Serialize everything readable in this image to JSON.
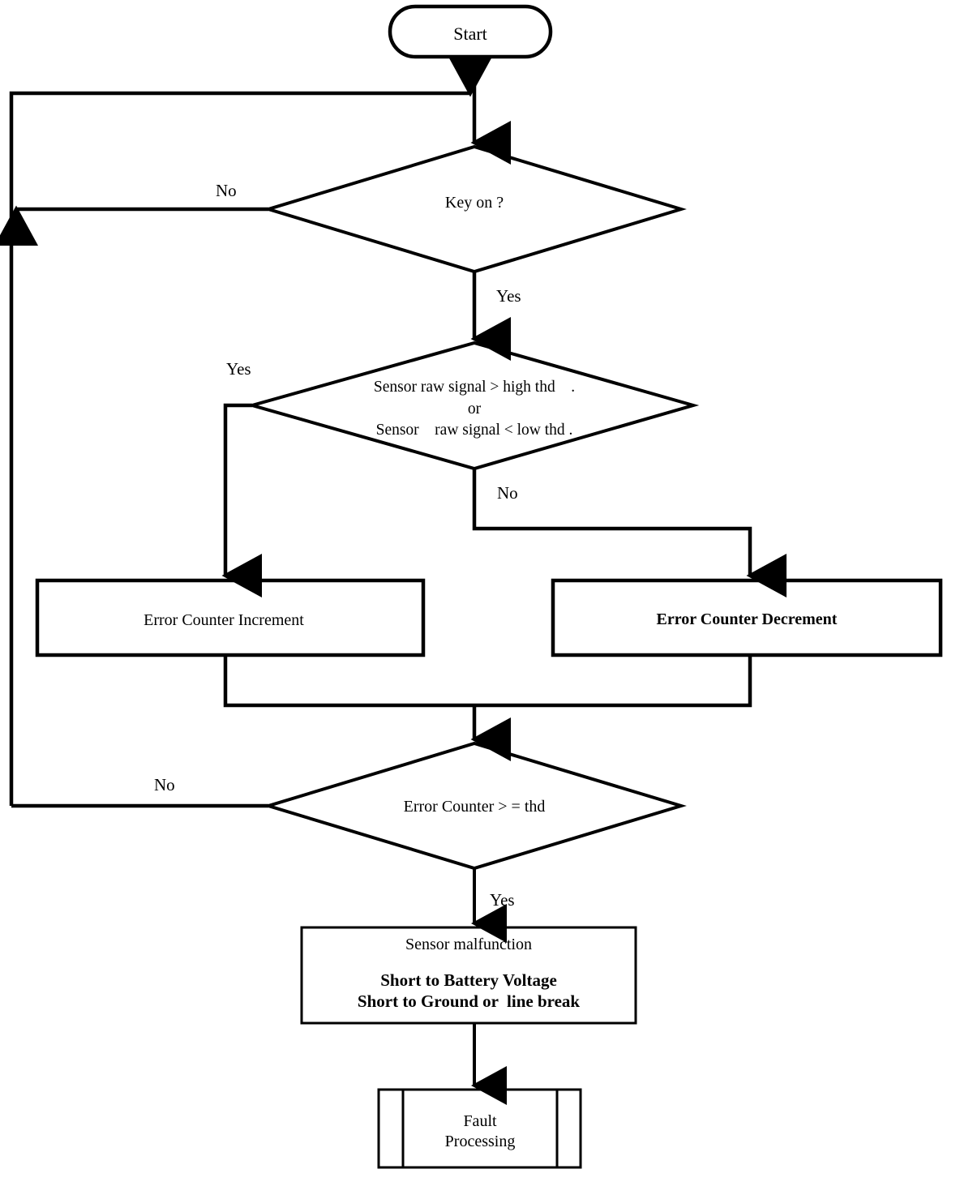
{
  "diagram": {
    "title": "Sensor Plausibility / Fault Detection Flowchart",
    "type": "flowchart",
    "background_color": "#ffffff",
    "line_color": "#000000",
    "text_color": "#000000"
  },
  "nodes": {
    "start": {
      "shape": "terminator",
      "label": "Start"
    },
    "key_on": {
      "shape": "decision",
      "label": "Key on ?"
    },
    "threshold_check": {
      "shape": "decision",
      "line1": "Sensor raw signal > high thd    .",
      "line2": "or",
      "line3": "Sensor    raw signal < low thd ."
    },
    "counter_increment": {
      "shape": "process",
      "label": "Error Counter Increment"
    },
    "counter_decrement": {
      "shape": "process",
      "label": "Error Counter Decrement"
    },
    "counter_threshold": {
      "shape": "decision",
      "label": "Error Counter > = thd"
    },
    "sensor_malfunction": {
      "shape": "process",
      "heading": "Sensor malfunction",
      "line1": "Short to Battery Voltage",
      "line2": "Short to Ground or  line break"
    },
    "fault_processing": {
      "shape": "predefined-process",
      "line1": "Fault",
      "line2": "Processing"
    }
  },
  "edge_labels": {
    "key_on_no": "No",
    "key_on_yes": "Yes",
    "threshold_yes": "Yes",
    "threshold_no": "No",
    "counter_threshold_no": "No",
    "counter_threshold_yes": "Yes"
  }
}
